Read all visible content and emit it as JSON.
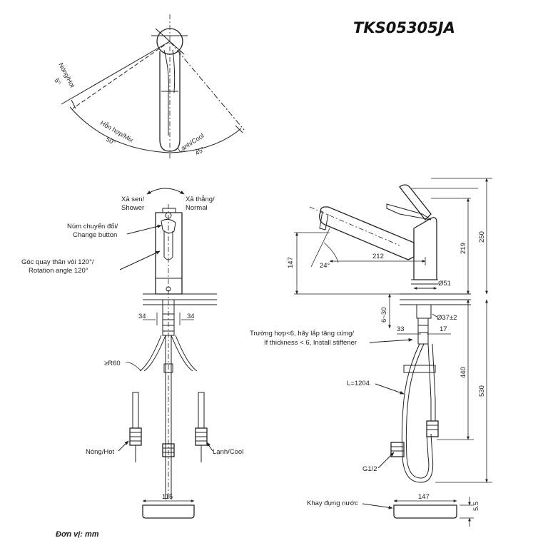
{
  "title": "TKS05305JA",
  "top_view": {
    "hot_label": "Nóng/Hot",
    "hot_angle": "5°",
    "mix_label": "Hỗn hợp/Mix",
    "mix_angle": "50°",
    "cool_label": "Lạnh/Cool",
    "cool_angle": "45°"
  },
  "front_view": {
    "shower_label_vi": "Xả sen/",
    "shower_label_en": "Shower",
    "normal_label_vi": "Xả thẳng/",
    "normal_label_en": "Normal",
    "change_button_vi": "Núm chuyển đổi/",
    "change_button_en": "Change button",
    "rotation_vi": "Góc quay thân vòi 120°/",
    "rotation_en": "Rotation angle 120°",
    "dim_left": "34",
    "dim_right": "34",
    "radius": "≥R60",
    "hot_label": "Nóng/Hot",
    "cool_label": "Lạnh/Cool",
    "base_width": "115"
  },
  "side_view": {
    "dim_147_vertical": "147",
    "dim_212": "212",
    "angle_24": "24°",
    "dim_219": "219",
    "dim_250": "250",
    "dim_51": "Ø51",
    "dim_37": "Ø37±2",
    "dim_6_30": "6~30",
    "dim_33": "33",
    "dim_17": "17",
    "note_vi": "Trường hợp<6, hãy lắp tăng cứng/",
    "note_en": "If thickness < 6, Install stiffener",
    "hose_length": "L=1204",
    "dim_440": "440",
    "dim_530": "530",
    "thread": "G1/2",
    "tray_label": "Khay đựng nước",
    "tray_width": "147",
    "tray_height": "5.5"
  },
  "unit_label": "Đơn vị: mm"
}
